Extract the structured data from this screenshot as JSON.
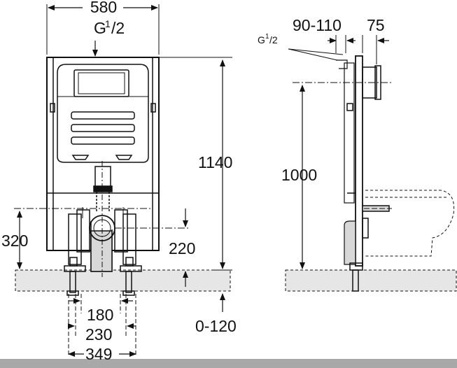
{
  "palette": {
    "line": "#111111",
    "floor_fill": "#e6e6e6",
    "bottom_band": "#a8a8a8",
    "background": "#ffffff"
  },
  "front_view": {
    "width_label": "580",
    "thread_label_main": "G",
    "thread_label_sup": "1",
    "thread_label_tail": "/2",
    "height_label": "1140",
    "outlet_height_label": "320",
    "drain_offset_label": "220",
    "floor_adjust_label": "0-120",
    "bolt_spacing_inner": "180",
    "bolt_spacing_mid": "230",
    "foot_width": "349"
  },
  "side_view": {
    "depth_label": "90-110",
    "flange_label": "75",
    "thread_label_main": "G",
    "thread_label_sup": "1",
    "thread_label_tail": "/2",
    "flush_height_label": "1000"
  }
}
